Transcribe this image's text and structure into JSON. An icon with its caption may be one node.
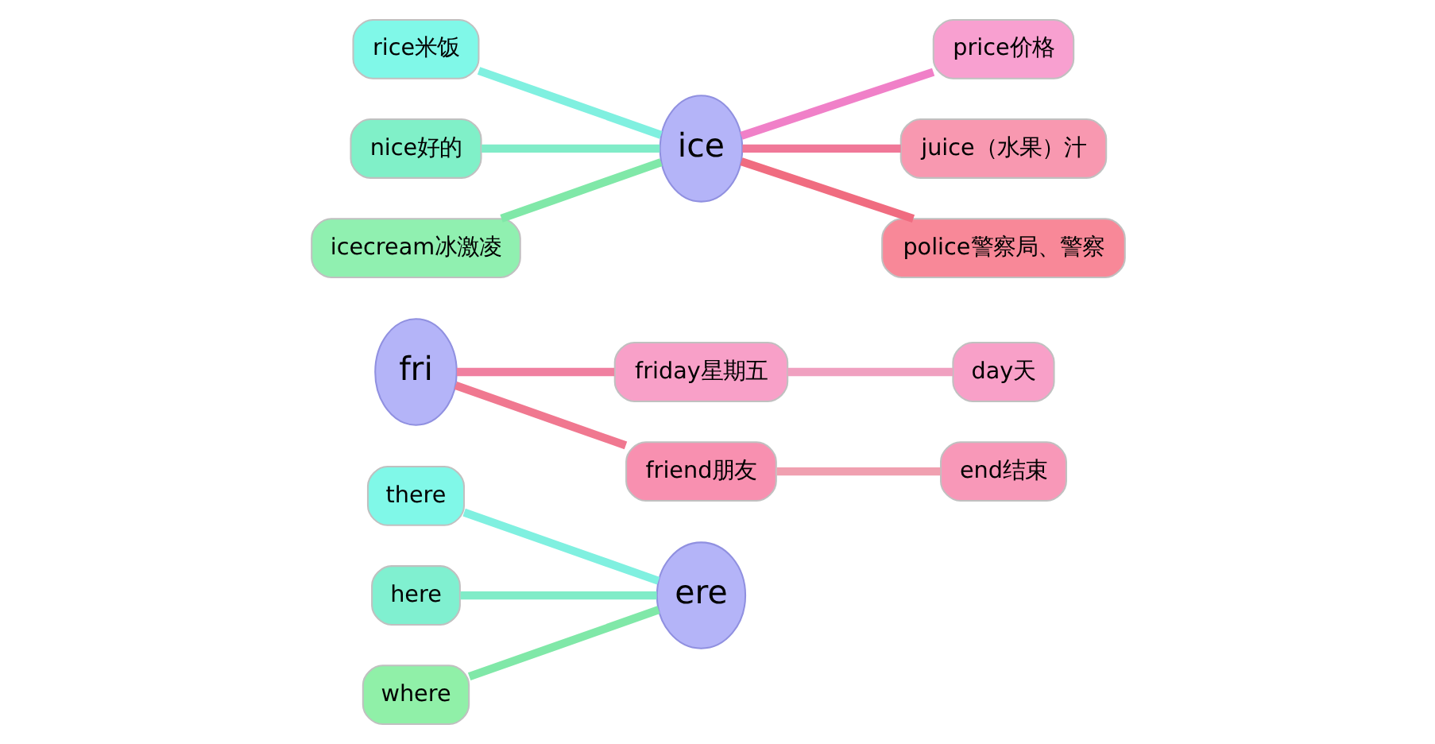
{
  "diagram": {
    "nodes": [
      {
        "text": [
          "ere"
        ]
      },
      {
        "text": [
          "there"
        ]
      },
      {
        "text": [
          "here"
        ]
      },
      {
        "text": [
          "where"
        ]
      },
      {
        "text": [
          "fri"
        ]
      },
      {
        "text": [
          "friday星期五"
        ]
      },
      {
        "text": [
          "day天"
        ]
      },
      {
        "text": [
          "friend朋友"
        ]
      },
      {
        "text": [
          "end结束"
        ]
      },
      {
        "text": [
          "ice"
        ]
      },
      {
        "text": [
          "rice米饭"
        ]
      },
      {
        "text": [
          "nice好的"
        ]
      },
      {
        "text": [
          "icecream冰激凌"
        ]
      },
      {
        "text": [
          "price价格"
        ]
      },
      {
        "text": [
          "juice（水果）汁"
        ]
      },
      {
        "text": [
          "police警察局、警察"
        ]
      }
    ],
    "edges": [
      {
        "from": 1,
        "to": 0,
        "arrow": "none",
        "color": "#80f0e0"
      },
      {
        "from": 2,
        "to": 0,
        "arrow": "none",
        "color": "#80ecc8"
      },
      {
        "from": 3,
        "to": 0,
        "arrow": "none",
        "color": "#80e8a8"
      },
      {
        "from": 4,
        "to": 5,
        "arrow": "none",
        "color": "#f080a0"
      },
      {
        "from": 5,
        "to": 6,
        "arrow": "none",
        "color": "#f0a0c0"
      },
      {
        "from": 4,
        "to": 7,
        "arrow": "none",
        "color": "#f07890"
      },
      {
        "from": 7,
        "to": 8,
        "arrow": "none",
        "color": "#f0a0b0"
      },
      {
        "from": 10,
        "to": 9,
        "arrow": "none",
        "color": "#80f0e0"
      },
      {
        "from": 11,
        "to": 9,
        "arrow": "none",
        "color": "#80ecc8"
      },
      {
        "from": 12,
        "to": 9,
        "arrow": "none",
        "color": "#80e8a8"
      },
      {
        "from": 9,
        "to": 13,
        "arrow": "none",
        "color": "#f080c8"
      },
      {
        "from": 9,
        "to": 14,
        "arrow": "none",
        "color": "#f07898"
      },
      {
        "from": 9,
        "to": 15,
        "arrow": "none",
        "color": "#f06c80"
      }
    ]
  }
}
